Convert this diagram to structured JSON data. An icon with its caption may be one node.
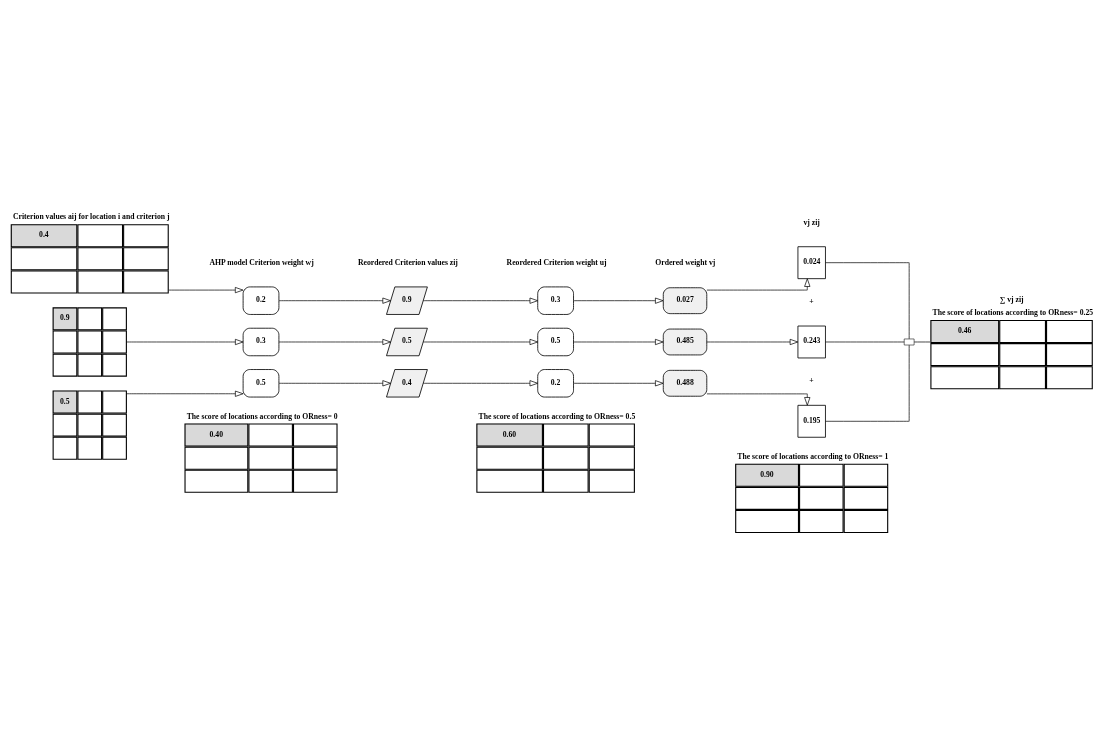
{
  "diagram": {
    "nodes": [
      {
        "text": [
          "Criterion values aij for location i and criterion j",
          "0.4"
        ]
      },
      {
        "text": [
          "0.2"
        ]
      },
      {
        "text": [
          "0.9"
        ]
      },
      {
        "text": [
          "0.3"
        ]
      },
      {
        "text": [
          "0.027"
        ]
      },
      {
        "text": [
          "0.024"
        ]
      },
      {
        "text": [
          "0.9"
        ]
      },
      {
        "text": [
          "0.3"
        ]
      },
      {
        "text": [
          "0.5"
        ]
      },
      {
        "text": [
          "0.5"
        ]
      },
      {
        "text": [
          "0.485"
        ]
      },
      {
        "text": [
          "0.243"
        ]
      },
      {
        "text": [
          "0.5"
        ]
      },
      {
        "text": [
          "0.5"
        ]
      },
      {
        "text": [
          "0.4"
        ]
      },
      {
        "text": [
          "0.2"
        ]
      },
      {
        "text": [
          "0.488"
        ]
      },
      {
        "text": [
          "0.195"
        ]
      },
      {
        "text": [],
        "shape": "bar"
      },
      {
        "text": [
          "∑ vj zij",
          "The score of locations according to ORness= 0.25",
          "0.46"
        ]
      },
      {
        "text": [
          "The score of locations according to ORness= 0",
          "0.40"
        ]
      },
      {
        "text": [
          "The score of locations according to ORness= 0.5",
          "0.60"
        ]
      },
      {
        "text": [
          "The score of locations according to ORness= 1",
          "0.90"
        ]
      }
    ],
    "edges": [
      {
        "from": 0,
        "to": 1,
        "arrow": "to"
      },
      {
        "from": 1,
        "to": 2,
        "arrow": "to"
      },
      {
        "from": 2,
        "to": 3,
        "arrow": "to"
      },
      {
        "from": 3,
        "to": 4,
        "arrow": "to"
      },
      {
        "from": 4,
        "to": 5,
        "arrow": "to"
      },
      {
        "from": 6,
        "to": 7,
        "arrow": "to"
      },
      {
        "from": 7,
        "to": 8,
        "arrow": "to"
      },
      {
        "from": 8,
        "to": 9,
        "arrow": "to"
      },
      {
        "from": 9,
        "to": 10,
        "arrow": "to"
      },
      {
        "from": 10,
        "to": 11,
        "arrow": "to"
      },
      {
        "from": 12,
        "to": 13,
        "arrow": "to"
      },
      {
        "from": 13,
        "to": 14,
        "arrow": "to"
      },
      {
        "from": 14,
        "to": 15,
        "arrow": "to"
      },
      {
        "from": 15,
        "to": 16,
        "arrow": "to"
      },
      {
        "from": 16,
        "to": 17,
        "arrow": "to"
      },
      {
        "from": 5,
        "to": 18,
        "arrow": "none"
      },
      {
        "from": 11,
        "to": 18,
        "arrow": "none"
      },
      {
        "from": 17,
        "to": 18,
        "arrow": "none"
      },
      {
        "from": 18,
        "to": 19,
        "arrow": "none"
      }
    ],
    "labels": [
      "AHP model Criterion weight wj",
      "Reordered Criterion values zij",
      "Reordered Criterion weight uj",
      "Ordered weight vj",
      "vj zij",
      "+",
      "+"
    ]
  }
}
